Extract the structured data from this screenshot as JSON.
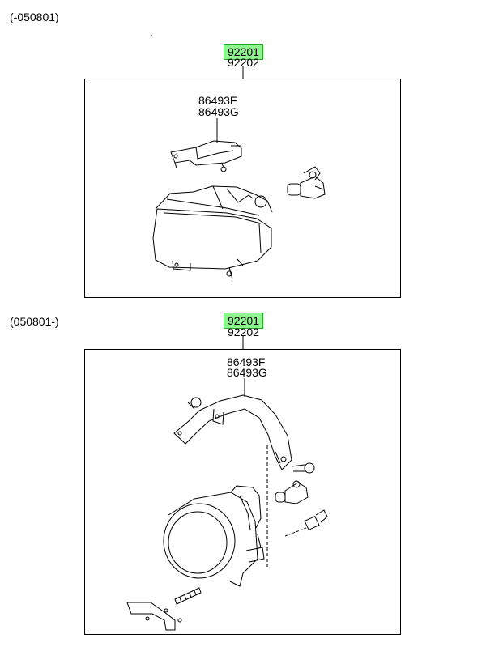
{
  "sections": [
    {
      "date_range": "(-050801)",
      "main_part_highlighted": "92201",
      "main_part_alt": "92202",
      "bracket_part_1": "86493F",
      "bracket_part_2": "86493G"
    },
    {
      "date_range": "(050801-)",
      "main_part_highlighted": "92201",
      "main_part_alt": "92202",
      "bracket_part_1": "86493F",
      "bracket_part_2": "86493G"
    }
  ],
  "colors": {
    "highlight": "#8ff58f",
    "highlight_border": "#2aa52a",
    "line": "#000000"
  }
}
